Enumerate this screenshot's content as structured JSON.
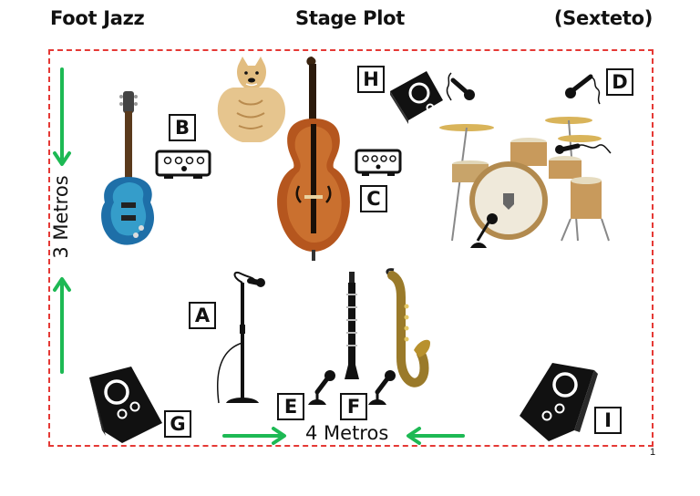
{
  "header": {
    "left": "Foot Jazz",
    "center": "Stage Plot",
    "right": "(Sexteto)"
  },
  "labels": {
    "A": "A",
    "B": "B",
    "C": "C",
    "D": "D",
    "E": "E",
    "F": "F",
    "G": "G",
    "H": "H",
    "I": "I"
  },
  "dimensions": {
    "width": "4 Metros",
    "depth": "3 Metros"
  },
  "page_number": "1",
  "colors": {
    "stage_border": "#e53935",
    "arrow": "#1db954"
  }
}
